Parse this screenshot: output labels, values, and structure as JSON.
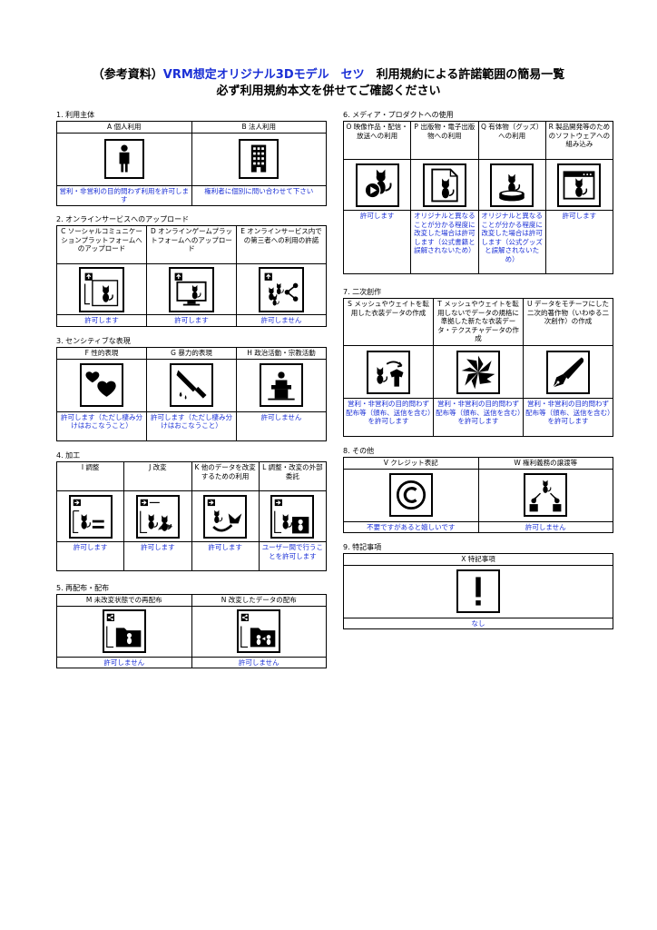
{
  "title": {
    "line1_prefix": "（参考資料）",
    "line1_model": "VRM想定オリジナル3Dモデル　セツ",
    "line1_suffix": "　利用規約による許諾範囲の簡易一覧",
    "line2": "必ず利用規約本文を併せてご確認ください"
  },
  "sections": {
    "s1": {
      "label": "1. 利用主体",
      "items": [
        {
          "header": "A 個人利用",
          "answer": "営利・非営利の目的問わず利用を許可します",
          "icon": "person-icon"
        },
        {
          "header": "B 法人利用",
          "answer": "権利者に個別に問い合わせて下さい",
          "icon": "building-icon"
        }
      ]
    },
    "s2": {
      "label": "2. オンラインサービスへのアップロード",
      "items": [
        {
          "header": "C ソーシャルコミュニケーションプラットフォームへのアップロード",
          "answer": "許可します",
          "icon": "upload-cat-icon"
        },
        {
          "header": "D オンラインゲームプラットフォームへのアップロード",
          "answer": "許可します",
          "icon": "monitor-cat-icon"
        },
        {
          "header": "E オンラインサービス内での第三者への利用の許諾",
          "answer": "許可しません",
          "icon": "share-cat-icon"
        }
      ]
    },
    "s3": {
      "label": "3. センシティブな表現",
      "items": [
        {
          "header": "F 性的表現",
          "answer": "許可します（ただし棲み分けはおこなうこと）",
          "icon": "hearts-icon"
        },
        {
          "header": "G 暴力的表現",
          "answer": "許可します（ただし棲み分けはおこなうこと）",
          "icon": "knife-icon"
        },
        {
          "header": "H 政治活動・宗教活動",
          "answer": "許可しません",
          "icon": "podium-icon"
        }
      ]
    },
    "s4": {
      "label": "4. 加工",
      "items": [
        {
          "header": "I 調整",
          "answer": "許可します",
          "icon": "adjust-icon"
        },
        {
          "header": "J 改変",
          "answer": "許可します",
          "icon": "modify-icon"
        },
        {
          "header": "K 他のデータを改変するための利用",
          "answer": "許可します",
          "icon": "reuse-icon"
        },
        {
          "header": "L 調整・改変の外部委託",
          "answer": "ユーザー間で行うことを許可します",
          "icon": "outsource-icon"
        }
      ]
    },
    "s5": {
      "label": "5. 再配布・配布",
      "items": [
        {
          "header": "M 未改変状態での再配布",
          "answer": "許可しません",
          "icon": "redistribute-icon"
        },
        {
          "header": "N 改変したデータの配布",
          "answer": "許可しません",
          "icon": "distribute-modified-icon"
        }
      ]
    },
    "s6": {
      "label": "6. メディア・プロダクトへの使用",
      "items": [
        {
          "header": "O 映像作品・配信・放送への利用",
          "answer": "許可します",
          "icon": "video-cat-icon"
        },
        {
          "header": "P 出版物・電子出版物への利用",
          "answer": "オリジナルと異なることが分かる程度に改変した場合は許可します（公式書籍と誤解されないため）",
          "icon": "document-cat-icon"
        },
        {
          "header": "Q 有体物（グッズ）への利用",
          "answer": "オリジナルと異なることが分かる程度に改変した場合は許可します（公式グッズと誤解されないため）",
          "icon": "figure-cat-icon"
        },
        {
          "header": "R 製品開発等のためのソフトウェアへの組み込み",
          "answer": "許可します",
          "icon": "software-cat-icon"
        }
      ]
    },
    "s7": {
      "label": "7. 二次創作",
      "items": [
        {
          "header": "S メッシュやウェイトを転用した衣装データの作成",
          "answer": "営利・非営利の目的問わず配布等（頒布、送信を含む）を許可します",
          "icon": "costume-icon"
        },
        {
          "header": "T メッシュやウェイトを転用しないでデータの規格に準拠した新たな衣装データ・テクスチャデータの作成",
          "answer": "営利・非営利の目的問わず配布等（頒布、送信を含む）を許可します",
          "icon": "texture-icon"
        },
        {
          "header": "U データをモチーフにした二次的著作物（いわゆる二次創作）の作成",
          "answer": "営利・非営利の目的問わず配布等（頒布、送信を含む）を許可します",
          "icon": "pen-icon"
        }
      ]
    },
    "s8": {
      "label": "8. その他",
      "items": [
        {
          "header": "V クレジット表記",
          "answer": "不要ですがあると嬉しいです",
          "icon": "copyright-icon"
        },
        {
          "header": "W 権利義務の譲渡等",
          "answer": "許可しません",
          "icon": "transfer-icon"
        }
      ]
    },
    "s9": {
      "label": "9. 特記事項",
      "items": [
        {
          "header": "X 特記事項",
          "answer": "なし",
          "icon": "exclamation-icon"
        }
      ]
    }
  },
  "colors": {
    "answer_text": "#1a2fd6",
    "border": "#000000"
  }
}
